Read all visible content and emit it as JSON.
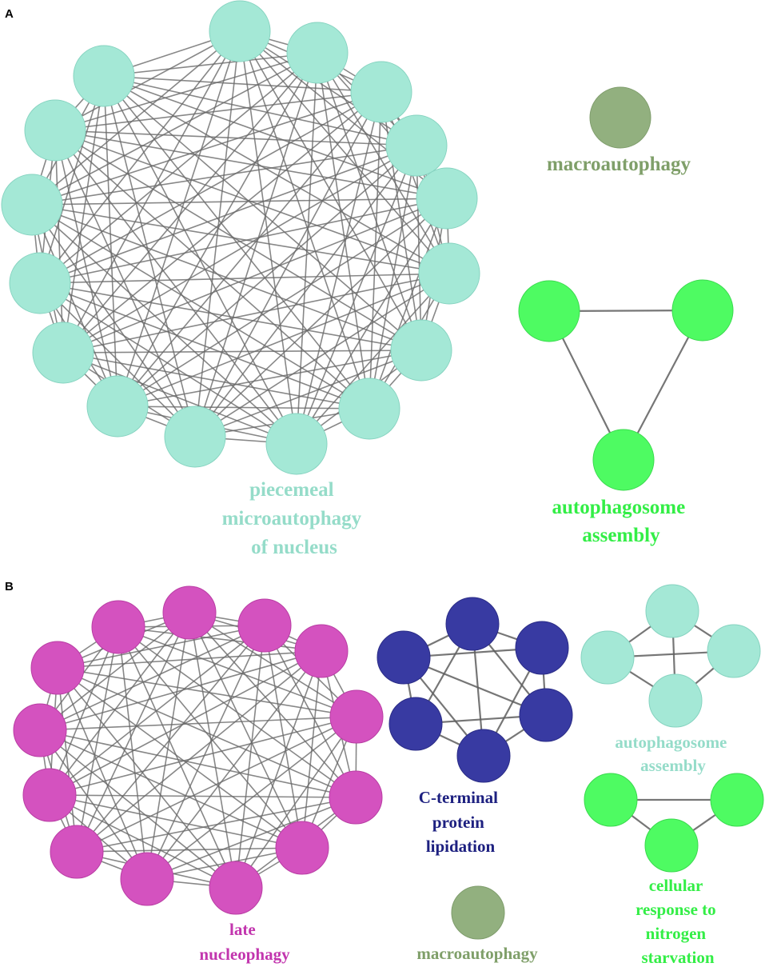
{
  "panels": [
    {
      "letter": "A"
    },
    {
      "letter": "B"
    }
  ],
  "colors": {
    "teal": "#a4e8d6",
    "teal_stroke": "#86d3c0",
    "olive": "#92b07f",
    "olive_stroke": "#7f9d6c",
    "green": "#4efb62",
    "green_stroke": "#3ad94e",
    "magenta": "#d452bf",
    "magenta_stroke": "#b93ea4",
    "navy": "#383aa2",
    "navy_stroke": "#2a2c86",
    "teal_text": "#95dcc9",
    "olive_text": "#7f9f69",
    "green_text": "#33ee46",
    "magenta_text": "#c235ae",
    "navy_text": "#1d2080"
  },
  "clusters": {
    "a_teal": {
      "lines": [
        "piecemeal",
        "microautophagy",
        "of nucleus"
      ],
      "node_count": 16,
      "connectivity": "fully-connected"
    },
    "a_olive": {
      "lines": [
        "macroautophagy"
      ],
      "node_count": 1
    },
    "a_green": {
      "lines": [
        "autophagosome",
        "assembly"
      ],
      "node_count": 3
    },
    "b_magenta": {
      "lines": [
        "late",
        "nucleophagy"
      ],
      "node_count": 13,
      "connectivity": "fully-connected"
    },
    "b_navy": {
      "lines": [
        "C-terminal",
        "protein",
        "lipidation"
      ],
      "node_count": 6
    },
    "b_teal": {
      "lines": [
        "autophagosome",
        "assembly"
      ],
      "node_count": 4
    },
    "b_green": {
      "lines": [
        "cellular",
        "response to",
        "nitrogen",
        "starvation"
      ],
      "node_count": 3
    },
    "b_olive": {
      "lines": [
        "macroautophagy"
      ],
      "node_count": 1
    }
  }
}
